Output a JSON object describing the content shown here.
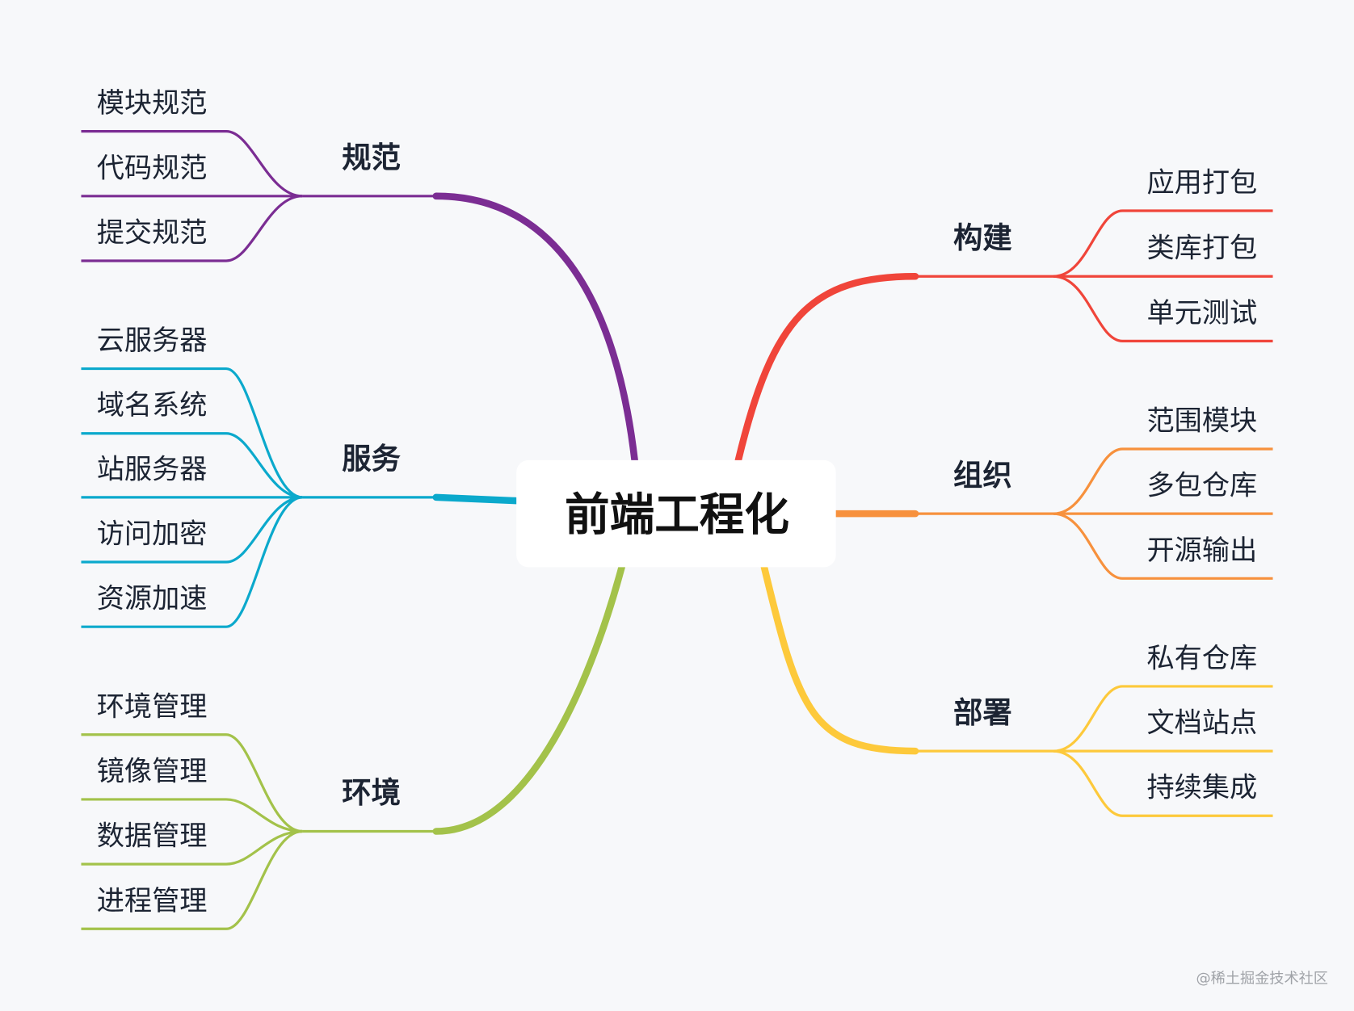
{
  "root": {
    "label": "前端工程化"
  },
  "branches": [
    {
      "label": "规范",
      "side": "left",
      "color": "#7B2D93",
      "children": [
        "模块规范",
        "代码规范",
        "提交规范"
      ]
    },
    {
      "label": "服务",
      "side": "left",
      "color": "#0BA9CC",
      "children": [
        "云服务器",
        "域名系统",
        "站服务器",
        "访问加密",
        "资源加速"
      ]
    },
    {
      "label": "环境",
      "side": "left",
      "color": "#A3C24A",
      "children": [
        "环境管理",
        "镜像管理",
        "数据管理",
        "进程管理"
      ]
    },
    {
      "label": "构建",
      "side": "right",
      "color": "#F0453A",
      "children": [
        "应用打包",
        "类库打包",
        "单元测试"
      ]
    },
    {
      "label": "组织",
      "side": "right",
      "color": "#F7913D",
      "children": [
        "范围模块",
        "多包仓库",
        "开源输出"
      ]
    },
    {
      "label": "部署",
      "side": "right",
      "color": "#FDC93B",
      "children": [
        "私有仓库",
        "文档站点",
        "持续集成"
      ]
    }
  ],
  "watermark": "@稀土掘金技术社区"
}
